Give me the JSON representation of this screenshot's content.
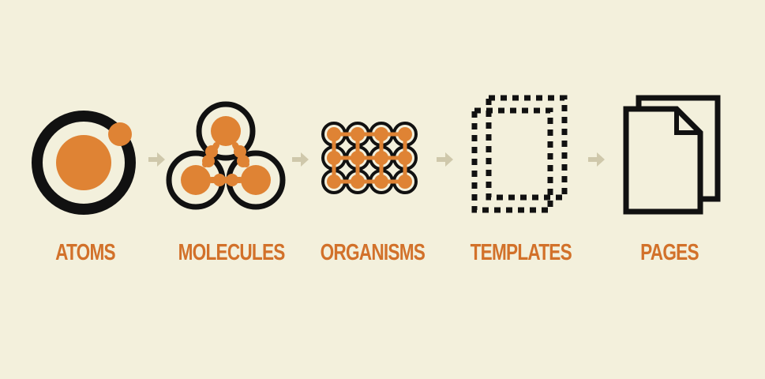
{
  "stages": [
    {
      "label": "ATOMS",
      "icon": "atom-icon"
    },
    {
      "label": "MOLECULES",
      "icon": "molecule-icon"
    },
    {
      "label": "ORGANISMS",
      "icon": "organism-icon"
    },
    {
      "label": "TEMPLATES",
      "icon": "template-icon"
    },
    {
      "label": "PAGES",
      "icon": "pages-icon"
    }
  ],
  "colors": {
    "background": "#f3f0dc",
    "accent": "#df8334",
    "label": "#d2712a",
    "ink": "#111111",
    "cream": "#f3f0dc",
    "arrow": "#cfc8ab"
  }
}
